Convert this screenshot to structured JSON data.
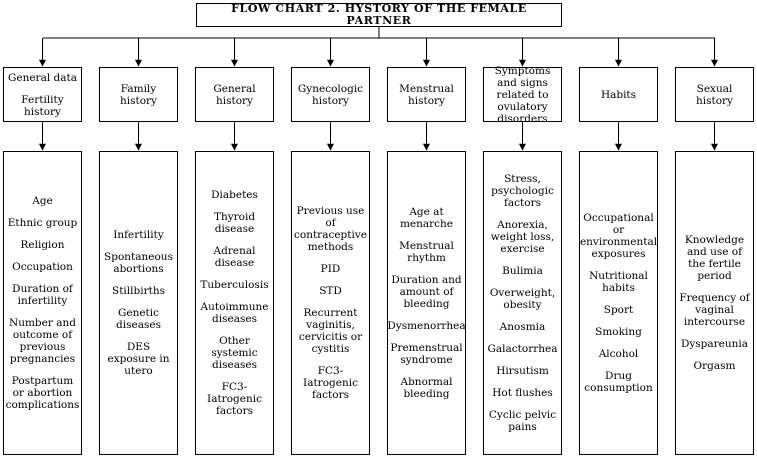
{
  "title": "FLOW CHART 2. HYSTORY OF THE FEMALE PARTNER",
  "columns": [
    {
      "category": [
        "General data",
        "Fertility history"
      ],
      "items": [
        "Age",
        "Ethnic group",
        "Religion",
        "Occupation",
        "Duration of infertility",
        "Number and outcome of previous pregnancies",
        "Postpartum or abortion complications"
      ]
    },
    {
      "category": [
        "Family history"
      ],
      "items": [
        "Infertility",
        "Spontaneous abortions",
        "Stillbirths",
        "Genetic diseases",
        "DES exposure in utero"
      ]
    },
    {
      "category": [
        "General history"
      ],
      "items": [
        "Diabetes",
        "Thyroid disease",
        "Adrenal disease",
        "Tuberculosis",
        "Autoimmune diseases",
        "Other systemic diseases",
        "FC3-Iatrogenic factors"
      ]
    },
    {
      "category": [
        "Gynecologic history"
      ],
      "items": [
        "Previous use of contraceptive methods",
        "PID",
        "STD",
        "Recurrent vaginitis, cervicitis or cystitis",
        "FC3-Iatrogenic factors"
      ]
    },
    {
      "category": [
        "Menstrual history"
      ],
      "items": [
        "Age at menarche",
        "Menstrual rhythm",
        "Duration and amount of bleeding",
        "Dysmenorrhea",
        "Premenstrual syndrome",
        "Abnormal bleeding"
      ]
    },
    {
      "category": [
        "Symptoms and signs related to ovulatory disorders"
      ],
      "items": [
        "Stress, psychologic factors",
        "Anorexia, weight loss, exercise",
        "Bulimia",
        "Overweight, obesity",
        "Anosmia",
        "Galactorrhea",
        "Hirsutism",
        "Hot flushes",
        "Cyclic pelvic pains"
      ]
    },
    {
      "category": [
        "Habits"
      ],
      "items": [
        "Occupational or environmental exposures",
        "Nutritional habits",
        "Sport",
        "Smoking",
        "Alcohol",
        "Drug consumption"
      ]
    },
    {
      "category": [
        "Sexual history"
      ],
      "items": [
        "Knowledge and use of the fertile period",
        "Frequency of vaginal intercourse",
        "Dyspareunia",
        "Orgasm"
      ]
    }
  ]
}
